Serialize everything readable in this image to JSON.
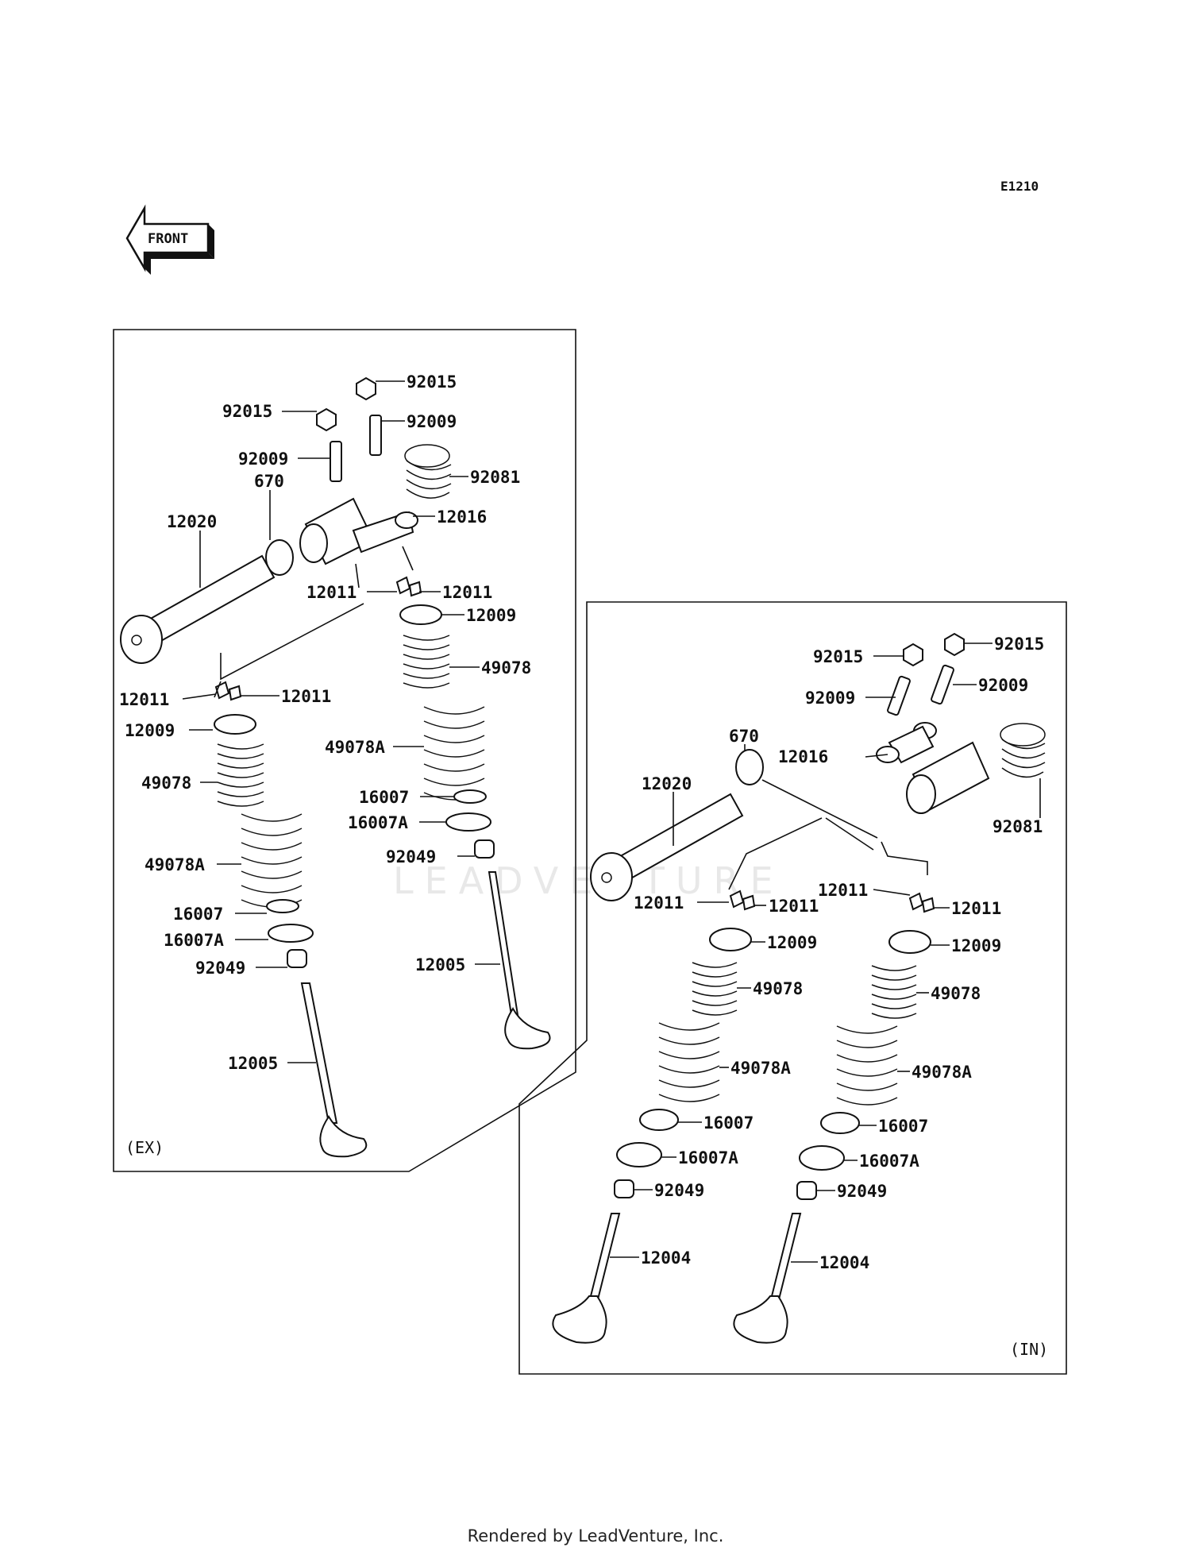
{
  "diagram_code": "E1210",
  "front_label": "FRONT",
  "panels": {
    "ex": {
      "tag": "(EX)"
    },
    "in": {
      "tag": "(IN)"
    }
  },
  "watermark": "LEADVENTURE",
  "credit": "Rendered by LeadVenture, Inc.",
  "callouts": {
    "ex": [
      "92015",
      "92015",
      "92009",
      "92009",
      "92081",
      "670",
      "12020",
      "12016",
      "12011",
      "12011",
      "12009",
      "49078",
      "12011",
      "12011",
      "12009",
      "49078A",
      "49078",
      "16007",
      "16007A",
      "92049",
      "49078A",
      "16007",
      "16007A",
      "92049",
      "12005",
      "12005"
    ],
    "in": [
      "92015",
      "92015",
      "92009",
      "92009",
      "670",
      "12016",
      "12020",
      "92081",
      "12011",
      "12011",
      "12011",
      "12011",
      "12009",
      "12009",
      "49078",
      "49078",
      "49078A",
      "49078A",
      "16007",
      "16007",
      "16007A",
      "16007A",
      "92049",
      "92049",
      "12004",
      "12004"
    ]
  }
}
